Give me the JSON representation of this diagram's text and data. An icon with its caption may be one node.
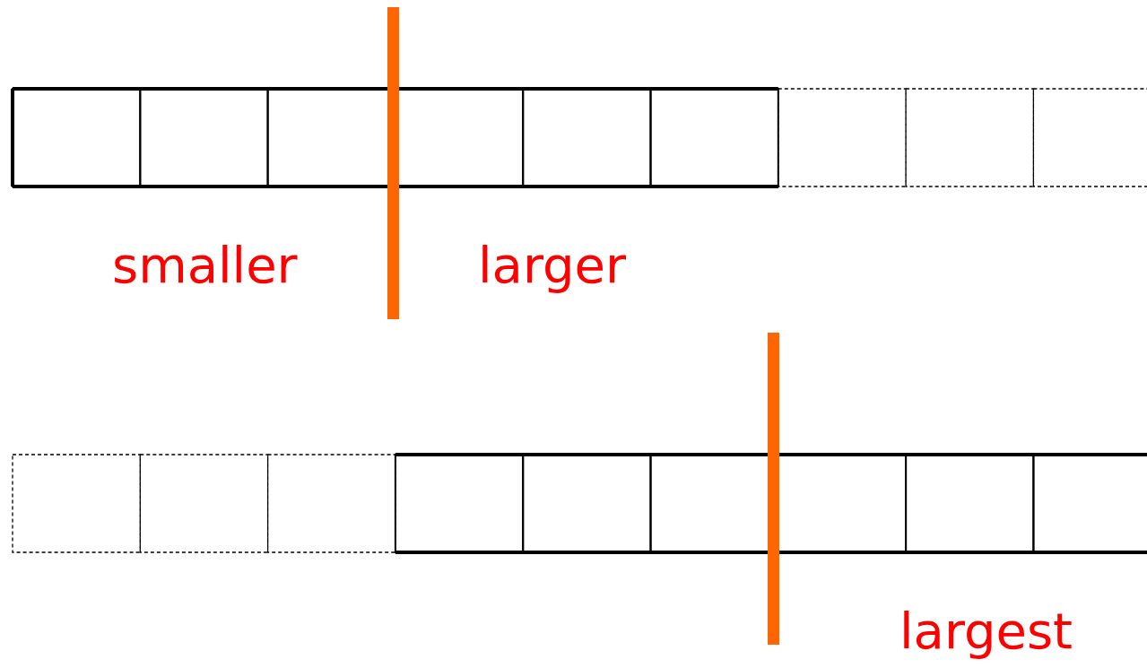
{
  "diagram": {
    "labels": [
      "smaller",
      "larger",
      "largest"
    ]
  }
}
